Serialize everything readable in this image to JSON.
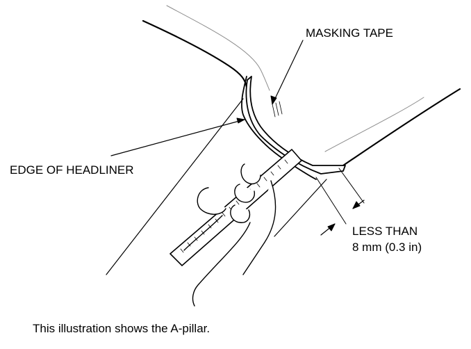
{
  "labels": {
    "masking_tape": "MASKING TAPE",
    "edge_of_headliner": "EDGE OF HEADLINER",
    "less_than": "LESS THAN",
    "measurement": "8 mm (0.3 in)"
  },
  "caption": "This illustration shows the A-pillar."
}
